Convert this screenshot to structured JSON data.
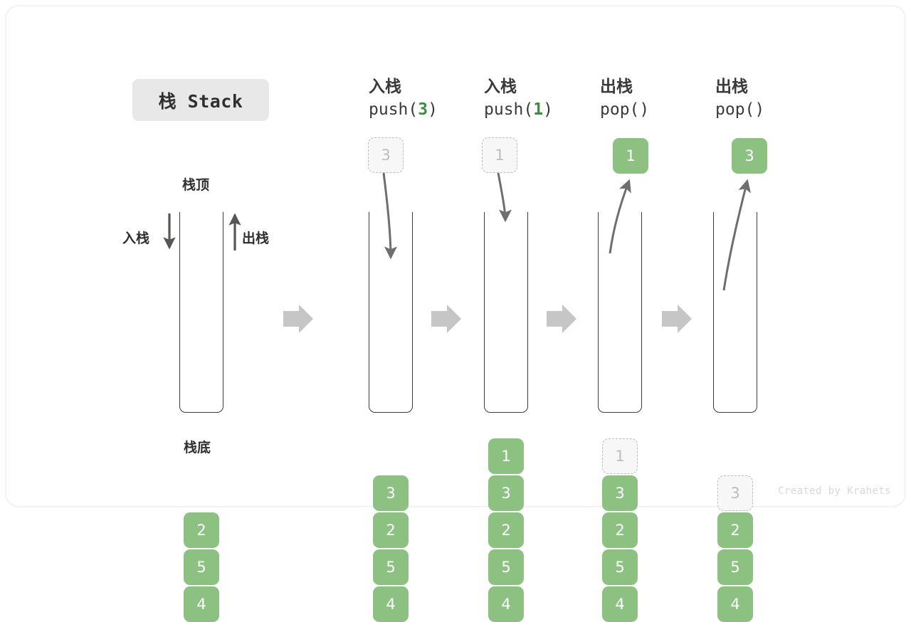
{
  "title": {
    "text": "栈 Stack"
  },
  "labels": {
    "top": "栈顶",
    "bottom": "栈底",
    "push": "入栈",
    "pop": "出栈"
  },
  "watermark": "Created by Krahets",
  "colors": {
    "cell_green": "#8cc182",
    "ghost_fill": "#f7f7f7",
    "ghost_border": "#bdbdbd",
    "arrow_gray": "#6e6e6e",
    "step_arrow": "#c6c6c6",
    "accent_number": "#3c8d3f",
    "chip_bg": "#e8e8e8"
  },
  "columns": [
    {
      "id": "initial",
      "head_cn": "",
      "head_code": "",
      "stack": [
        "2",
        "5",
        "4"
      ],
      "ghost_top": null,
      "floating": null,
      "operation": "initial"
    },
    {
      "id": "push3",
      "head_cn": "入栈",
      "head_code_prefix": "push(",
      "head_code_num": "3",
      "head_code_suffix": ")",
      "stack": [
        "3",
        "2",
        "5",
        "4"
      ],
      "ghost_top": "3",
      "ghost_position": "above",
      "floating": null,
      "operation": "push"
    },
    {
      "id": "push1",
      "head_cn": "入栈",
      "head_code_prefix": "push(",
      "head_code_num": "1",
      "head_code_suffix": ")",
      "stack": [
        "1",
        "3",
        "2",
        "5",
        "4"
      ],
      "ghost_top": "1",
      "ghost_position": "above",
      "floating": null,
      "operation": "push"
    },
    {
      "id": "pop1",
      "head_cn": "出栈",
      "head_code_prefix": "pop(",
      "head_code_num": "",
      "head_code_suffix": ")",
      "stack": [
        "3",
        "2",
        "5",
        "4"
      ],
      "ghost_top": "1",
      "ghost_position": "in-stack",
      "floating": "1",
      "operation": "pop"
    },
    {
      "id": "pop3",
      "head_cn": "出栈",
      "head_code_prefix": "pop(",
      "head_code_num": "",
      "head_code_suffix": ")",
      "stack": [
        "2",
        "5",
        "4"
      ],
      "ghost_top": "3",
      "ghost_position": "in-stack",
      "floating": "3",
      "operation": "pop"
    }
  ]
}
